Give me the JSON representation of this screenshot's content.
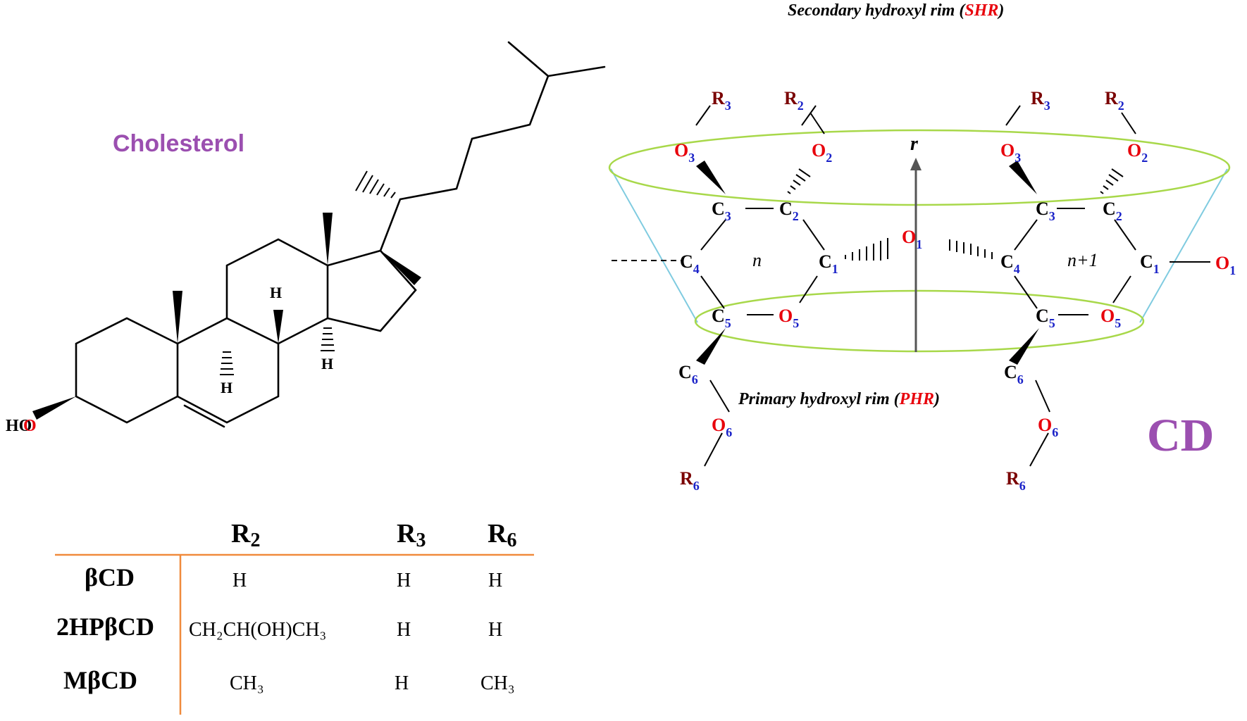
{
  "cholesterol": {
    "title": "Cholesterol",
    "title_color": "#9b4fb0",
    "ho_label": "HO",
    "h_labels": [
      "H",
      "H",
      "H"
    ]
  },
  "cd": {
    "title": "CD",
    "title_color": "#9b4fb0",
    "top_rim": {
      "text": "Secondary hydroxyl rim (",
      "abbr": "SHR",
      "close": ")"
    },
    "bottom_rim": {
      "text": "Primary hydroxyl rim (",
      "abbr": "PHR",
      "close": ")"
    },
    "vector_label": "r⃗",
    "unit_labels": [
      "n",
      "n+1"
    ],
    "atoms": {
      "R3": "R",
      "R3_sub": "3",
      "R2": "R",
      "R2_sub": "2",
      "R6": "R",
      "R6_sub": "6",
      "O1": "O",
      "O1_sub": "1",
      "O2": "O",
      "O2_sub": "2",
      "O3": "O",
      "O3_sub": "3",
      "O5": "O",
      "O5_sub": "5",
      "O6": "O",
      "O6_sub": "6",
      "C1": "C",
      "C1_sub": "1",
      "C2": "C",
      "C2_sub": "2",
      "C3": "C",
      "C3_sub": "3",
      "C4": "C",
      "C4_sub": "4",
      "C5": "C",
      "C5_sub": "5",
      "C6": "C",
      "C6_sub": "6"
    },
    "colors": {
      "rim_ellipse": "#a8d84a",
      "cone_side": "#7fcbe0",
      "axis": "#555555",
      "oxygen": "#e8000b",
      "subscript": "#1a22c8",
      "r_group": "#7a0000"
    }
  },
  "table": {
    "headers": [
      {
        "main": "R",
        "sub": "2"
      },
      {
        "main": "R",
        "sub": "3"
      },
      {
        "main": "R",
        "sub": "6"
      }
    ],
    "rows": [
      {
        "name": "βCD",
        "r2": "H",
        "r3": "H",
        "r6": "H"
      },
      {
        "name": "2HPβCD",
        "r2": "CH₂CH(OH)CH₃",
        "r3": "H",
        "r6": "H"
      },
      {
        "name": "MβCD",
        "r2": "CH₃",
        "r3": "H",
        "r6": "CH₃"
      }
    ],
    "line_color": "#f08a3c"
  }
}
